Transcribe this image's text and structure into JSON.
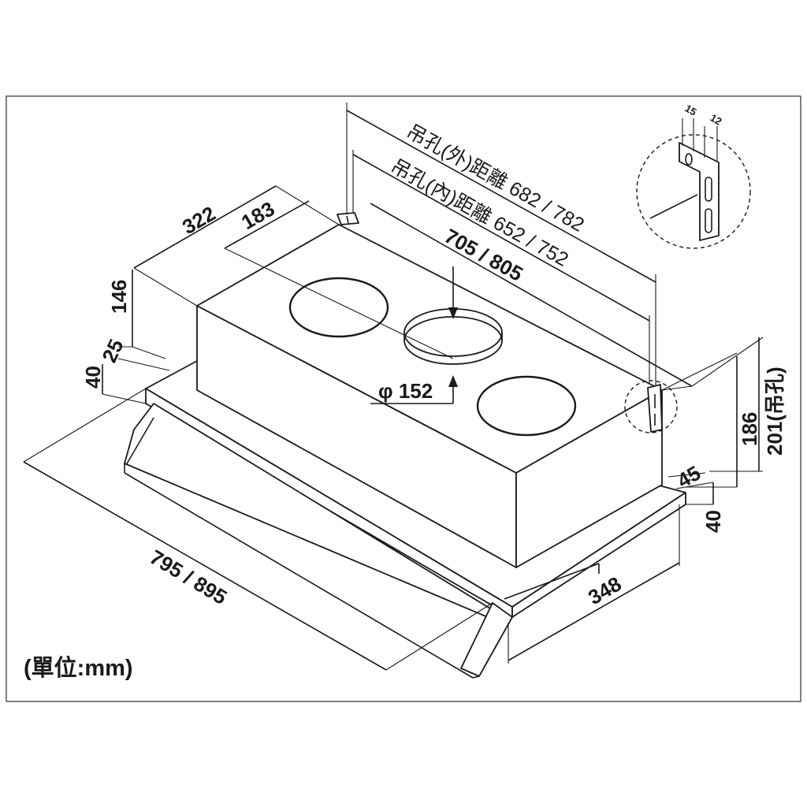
{
  "labels": {
    "d322": "322",
    "d183": "183",
    "d146": "146",
    "d25": "25",
    "d40_left": "40",
    "d_outer_hole": "吊孔(外)距離 682 / 782",
    "d_inner_hole": "吊孔(內)距離 652 / 752",
    "d705": "705 / 805",
    "d_phi": "φ 152",
    "d186": "186",
    "d201": "201(吊孔)",
    "d45": "45",
    "d40_right": "40",
    "d348": "348",
    "d795": "795 / 895",
    "d15": "15",
    "d12": "12",
    "unit": "(單位:mm)"
  },
  "colors": {
    "line": "#1a1a1a",
    "background": "#ffffff"
  }
}
